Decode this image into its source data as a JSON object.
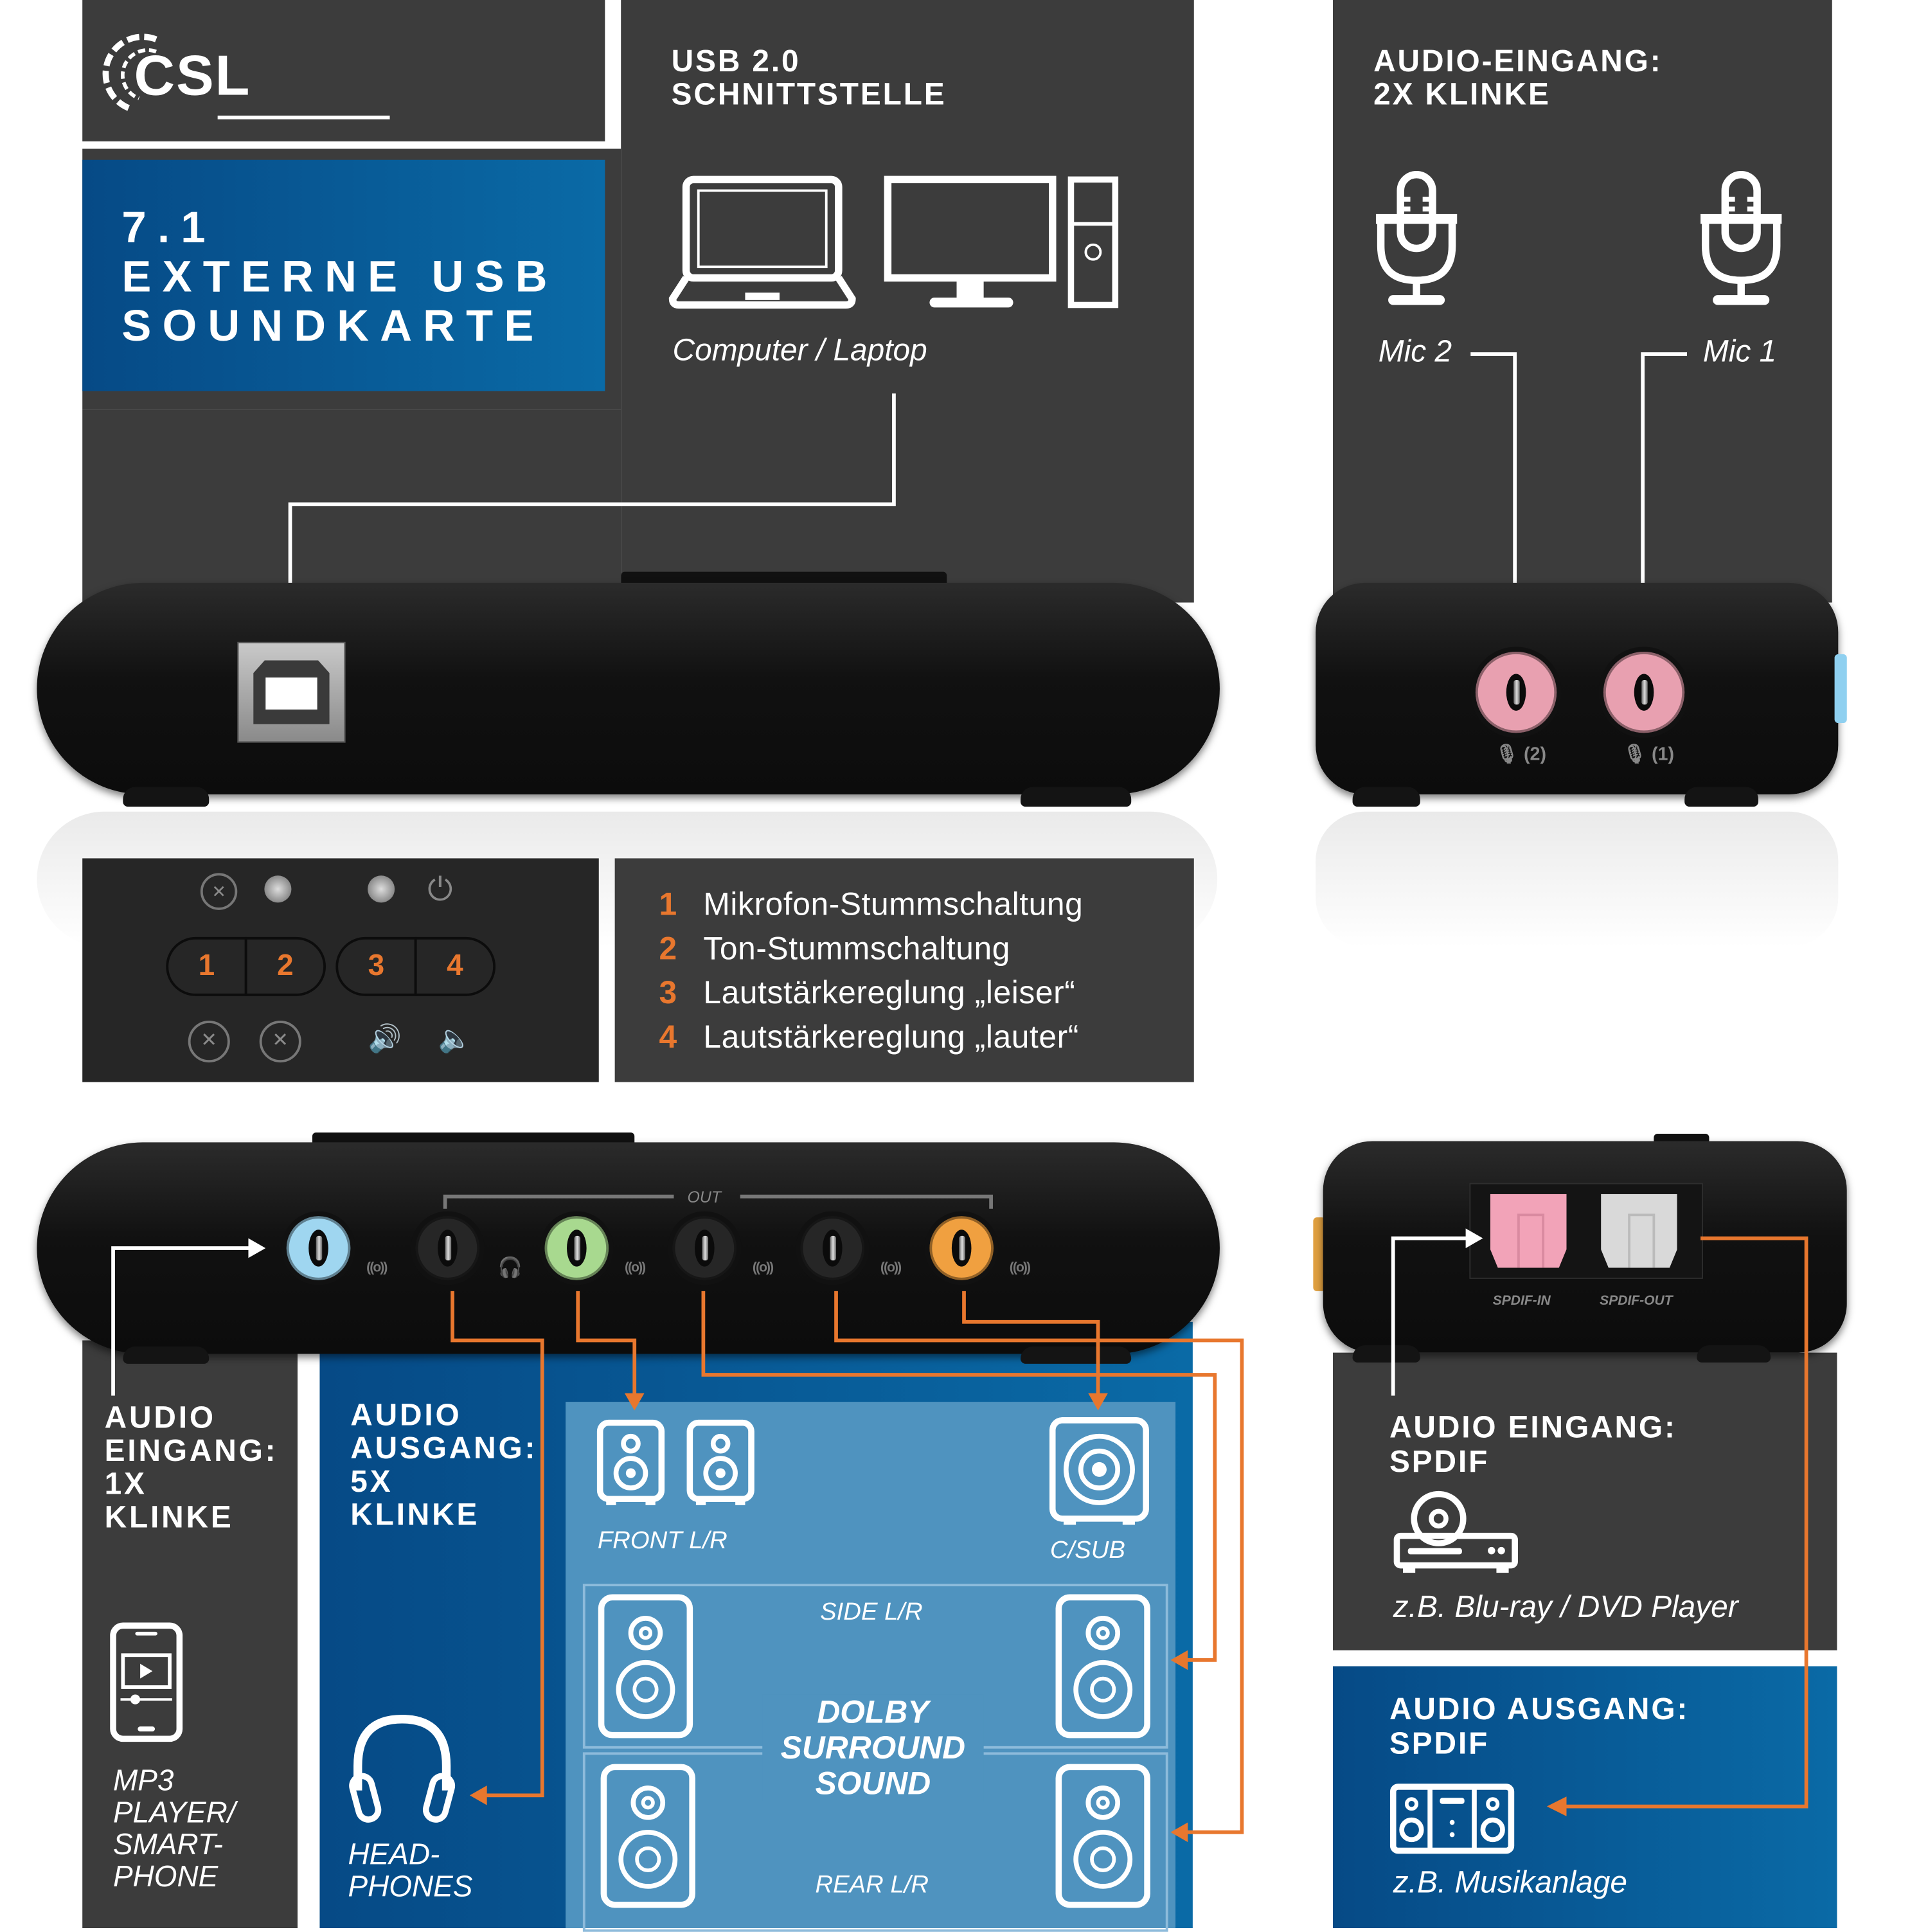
{
  "brand": {
    "logo_text": "CSL"
  },
  "hero": {
    "line1": "7.1",
    "line2": "EXTERNE USB",
    "line3": "SOUNDKARTE"
  },
  "usb_panel": {
    "title_line1": "USB 2.0",
    "title_line2": "SCHNITTSTELLE",
    "device_caption": "Computer / Laptop",
    "icons": [
      "laptop-icon",
      "monitor-icon",
      "pc-tower-icon"
    ]
  },
  "mic_panel": {
    "title_line1": "AUDIO-EINGANG:",
    "title_line2": "2X KLINKE",
    "mic2_label": "Mic 2",
    "mic1_label": "Mic 1",
    "port_label_2": "(2)",
    "port_label_1": "(1)"
  },
  "controls": {
    "buttons": [
      {
        "num": "1",
        "top_icon": "mic-mute-icon",
        "bottom_icon": "mic-muted-icon"
      },
      {
        "num": "2",
        "top_icon": "led-indicator",
        "bottom_icon": "speaker-muted-icon"
      },
      {
        "num": "3",
        "top_icon": "led-indicator",
        "bottom_icon": "volume-loud-icon"
      },
      {
        "num": "4",
        "top_icon": "power-icon",
        "bottom_icon": "volume-low-icon"
      }
    ],
    "legend": [
      {
        "num": "1",
        "text": "Mikrofon-Stummschaltung"
      },
      {
        "num": "2",
        "text": "Ton-Stummschaltung"
      },
      {
        "num": "3",
        "text": "Lautstärkereglung „leiser“"
      },
      {
        "num": "4",
        "text": "Lautstärkereglung „lauter“"
      }
    ]
  },
  "front_device": {
    "out_label": "OUT",
    "jacks": [
      {
        "name": "line-in",
        "color": "#9fd6f0"
      },
      {
        "name": "headphone-out",
        "color": "#2a2a2a"
      },
      {
        "name": "front-out",
        "color": "#a8d98f"
      },
      {
        "name": "side-out",
        "color": "#2a2a2a"
      },
      {
        "name": "rear-out",
        "color": "#2a2a2a"
      },
      {
        "name": "csub-out",
        "color": "#f0a040"
      }
    ]
  },
  "input_panel": {
    "title": [
      "AUDIO",
      "EINGANG:",
      "1X",
      "KLINKE"
    ],
    "caption": [
      "MP3",
      "PLAYER/",
      "SMART-",
      "PHONE"
    ]
  },
  "output_panel": {
    "title": [
      "AUDIO",
      "AUSGANG:",
      "5X",
      "KLINKE"
    ],
    "caption": [
      "HEAD-",
      "PHONES"
    ]
  },
  "speakers": {
    "front": "FRONT L/R",
    "csub": "C/SUB",
    "side": "SIDE L/R",
    "rear": "REAR L/R",
    "center_title": [
      "DOLBY",
      "SURROUND",
      "SOUND"
    ]
  },
  "spdif_device": {
    "in_label": "SPDIF-IN",
    "out_label": "SPDIF-OUT"
  },
  "spdif_in_panel": {
    "title_line1": "AUDIO EINGANG:",
    "title_line2": "SPDIF",
    "caption": "z.B. Blu-ray / DVD Player"
  },
  "spdif_out_panel": {
    "title_line1": "AUDIO AUSGANG:",
    "title_line2": "SPDIF",
    "caption": "z.B. Musikanlage"
  },
  "colors": {
    "dark_panel": "#3c3c3c",
    "blue_dark": "#064a86",
    "blue_light": "#0a6aa6",
    "accent_orange": "#e8772e",
    "speaker_area": "#4f93bf"
  }
}
